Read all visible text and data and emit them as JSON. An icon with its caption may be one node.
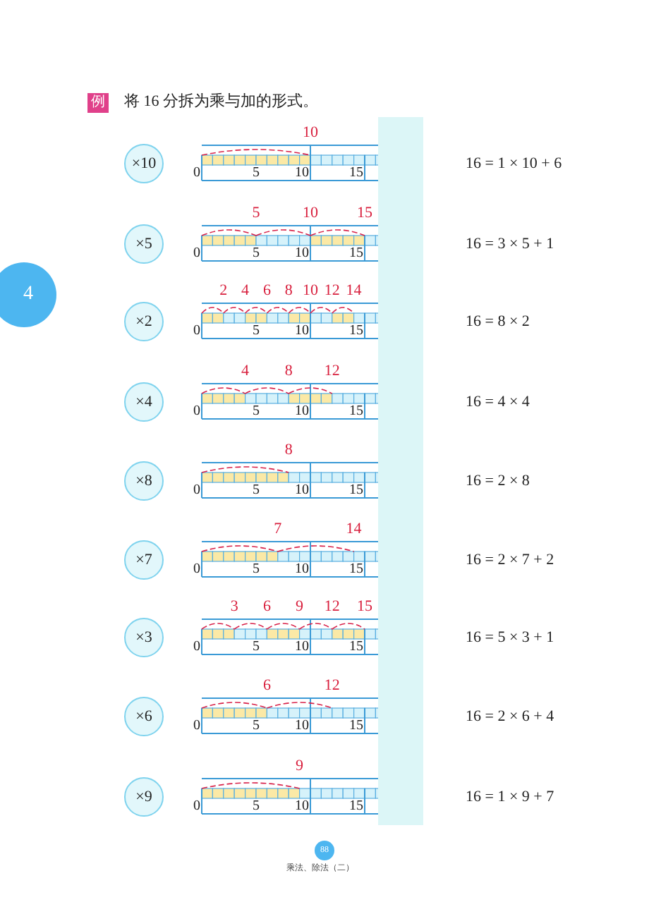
{
  "diagram": {
    "title": "将 16 分拆为乘与加的形式。",
    "nodes": [
      {
        "text": [
          "例"
        ]
      },
      {
        "text": [
          "×10"
        ]
      },
      {
        "text": [
          "×5"
        ]
      },
      {
        "text": [
          "4"
        ]
      },
      {
        "text": [
          "×2"
        ]
      },
      {
        "text": [
          "×4"
        ]
      },
      {
        "text": [
          "×8"
        ]
      },
      {
        "text": [
          "×7"
        ]
      },
      {
        "text": [
          "×3"
        ]
      },
      {
        "text": [
          "×6"
        ]
      },
      {
        "text": [
          "×9"
        ]
      },
      {
        "text": [
          "88"
        ]
      },
      {
        "text": [],
        "shape": "bar"
      }
    ],
    "edges": [],
    "labels": [
      "10",
      "0",
      "5",
      "10",
      "15",
      "16 = 1 × 10 + 6",
      "5",
      "10",
      "15",
      "0",
      "5",
      "10",
      "15",
      "16 = 3 × 5 + 1",
      "2",
      "4",
      "6",
      "8",
      "10",
      "12",
      "14",
      "0",
      "5",
      "10",
      "15",
      "16 = 8 × 2",
      "4",
      "8",
      "12",
      "0",
      "5",
      "10",
      "15",
      "16 = 4 × 4",
      "8",
      "0",
      "5",
      "10",
      "15",
      "16 = 2 × 8",
      "7",
      "14",
      "0",
      "5",
      "10",
      "15",
      "16 = 2 × 7 + 2",
      "3",
      "6",
      "9",
      "12",
      "15",
      "0",
      "5",
      "10",
      "15",
      "16 = 5 × 3 + 1",
      "6",
      "12",
      "0",
      "5",
      "10",
      "15",
      "16 = 2 × 6 + 4",
      "9",
      "0",
      "5",
      "10",
      "15",
      "16 = 1 × 9 + 7",
      "乘法、除法（二）"
    ]
  }
}
